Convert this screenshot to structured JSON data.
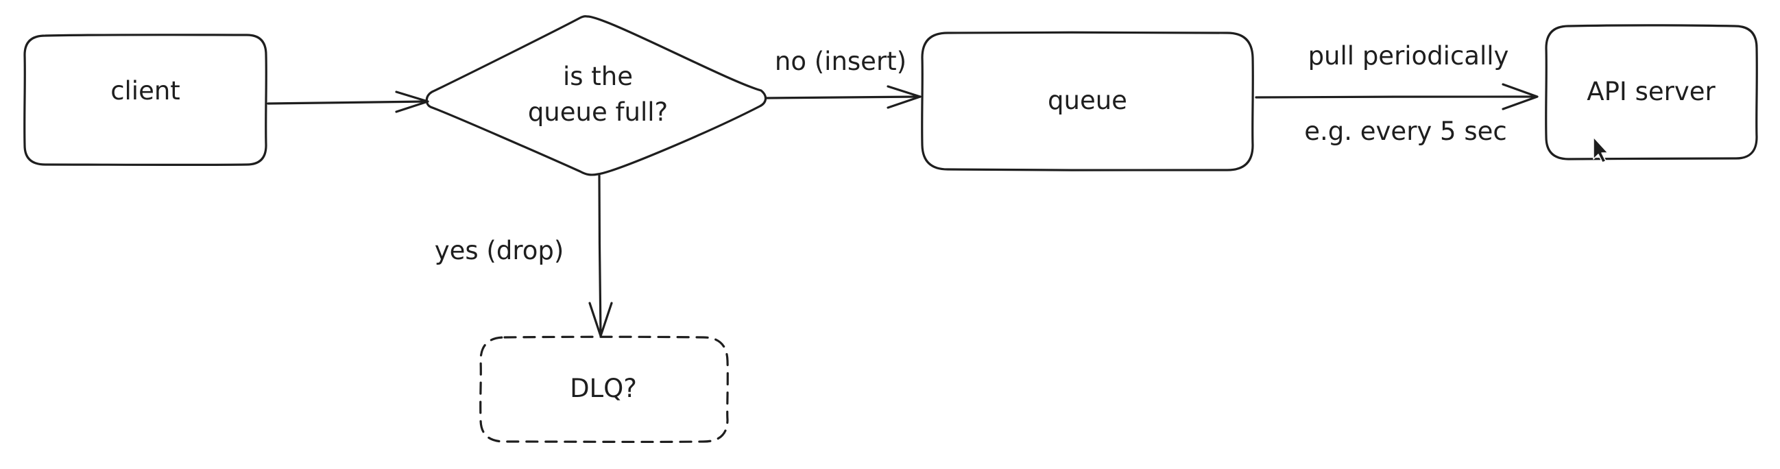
{
  "diagram": {
    "nodes": {
      "client": {
        "label": "client",
        "shape": "rounded-rectangle",
        "border": "solid"
      },
      "decision": {
        "label_line1": "is the",
        "label_line2": "queue full?",
        "shape": "diamond",
        "border": "solid"
      },
      "queue": {
        "label": "queue",
        "shape": "rounded-rectangle",
        "border": "solid"
      },
      "api_server": {
        "label": "API server",
        "shape": "rounded-rectangle",
        "border": "solid"
      },
      "dlq": {
        "label": "DLQ?",
        "shape": "rounded-rectangle",
        "border": "dashed"
      }
    },
    "edges": {
      "client_to_decision": {
        "from": "client",
        "to": "decision",
        "label": ""
      },
      "decision_to_queue": {
        "from": "decision",
        "to": "queue",
        "label": "no (insert)"
      },
      "decision_to_dlq": {
        "from": "decision",
        "to": "dlq",
        "label": "yes (drop)"
      },
      "queue_to_api": {
        "from": "queue",
        "to": "api_server",
        "label": "pull periodically",
        "sublabel": "e.g. every 5 sec"
      }
    }
  },
  "colors": {
    "stroke": "#1e1e1e",
    "background": "#ffffff"
  }
}
